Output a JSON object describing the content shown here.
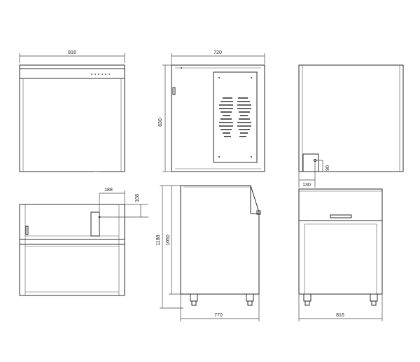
{
  "dimensions": {
    "top_left_width": "816",
    "top_mid_width": "720",
    "top_mid_height": "830",
    "top_right_offset_v": "90",
    "top_right_offset_h": "130",
    "bottom_left_offset_h": "188",
    "bottom_left_offset_v": "108",
    "bottom_mid_height_total": "1188",
    "bottom_mid_height_inner": "1050",
    "bottom_mid_depth": "770",
    "bottom_right_width": "816"
  }
}
